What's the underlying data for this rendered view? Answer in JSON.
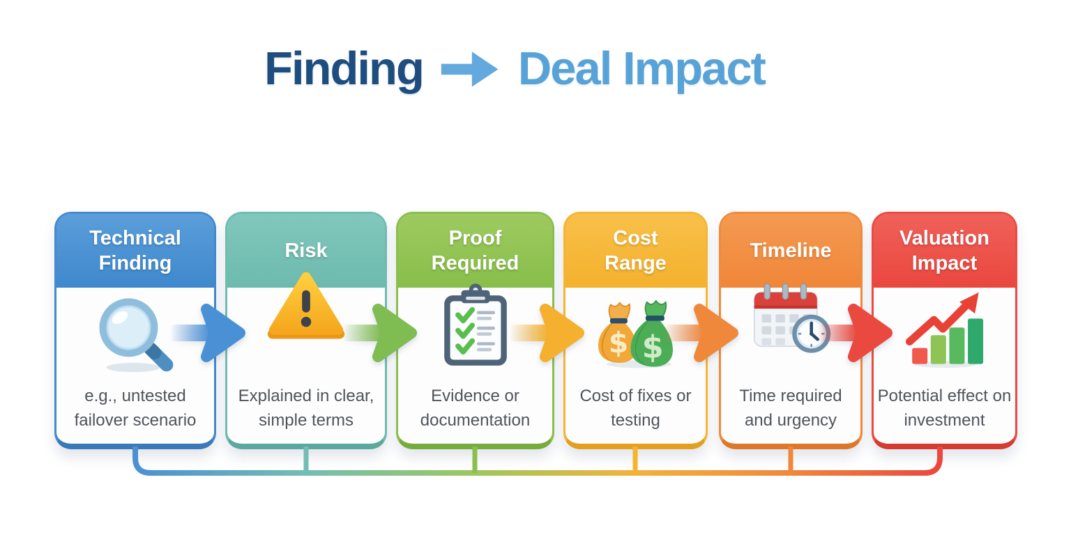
{
  "page": {
    "background": "#ffffff"
  },
  "title": {
    "left": "Finding",
    "right": "Deal Impact",
    "left_color": "#1E4E80",
    "right_color": "#57A3D8",
    "arrow_icon": "title-arrow-right-icon",
    "arrow_color": "#63A9DD"
  },
  "cards": [
    {
      "title": "Technical Finding",
      "description": "e.g., untested failover scenario",
      "icon": "magnifying-glass-icon",
      "header_color": "#4089CE"
    },
    {
      "title": "Risk",
      "description": "Explained in clear, simple terms",
      "icon": "warning-triangle-icon",
      "header_color": "#6FBCB1"
    },
    {
      "title": "Proof Required",
      "description": "Evidence or documentation",
      "icon": "checklist-clipboard-icon",
      "header_color": "#8ABF4E"
    },
    {
      "title": "Cost Range",
      "description": "Cost of fixes or testing",
      "icon": "money-bags-icon",
      "header_color": "#F5B42E"
    },
    {
      "title": "Timeline",
      "description": "Time required and urgency",
      "icon": "calendar-clock-icon",
      "header_color": "#F18A3B"
    },
    {
      "title": "Valuation Impact",
      "description": "Potential effect on investment",
      "icon": "rising-bar-chart-icon",
      "header_color": "#EB4A42"
    }
  ],
  "flow_arrows": [
    {
      "from": "Technical Finding",
      "to": "Risk",
      "color": "#4A90D4"
    },
    {
      "from": "Risk",
      "to": "Proof Required",
      "color": "#7FBC52"
    },
    {
      "from": "Proof Required",
      "to": "Cost Range",
      "color": "#F4B02E"
    },
    {
      "from": "Cost Range",
      "to": "Timeline",
      "color": "#F0883C"
    },
    {
      "from": "Timeline",
      "to": "Valuation Impact",
      "color": "#E9493F"
    }
  ],
  "connector_rail": {
    "gradient": [
      "#4A90D4",
      "#72BEB3",
      "#9CC75F",
      "#F3B23C",
      "#F0883C",
      "#E9493F"
    ]
  }
}
